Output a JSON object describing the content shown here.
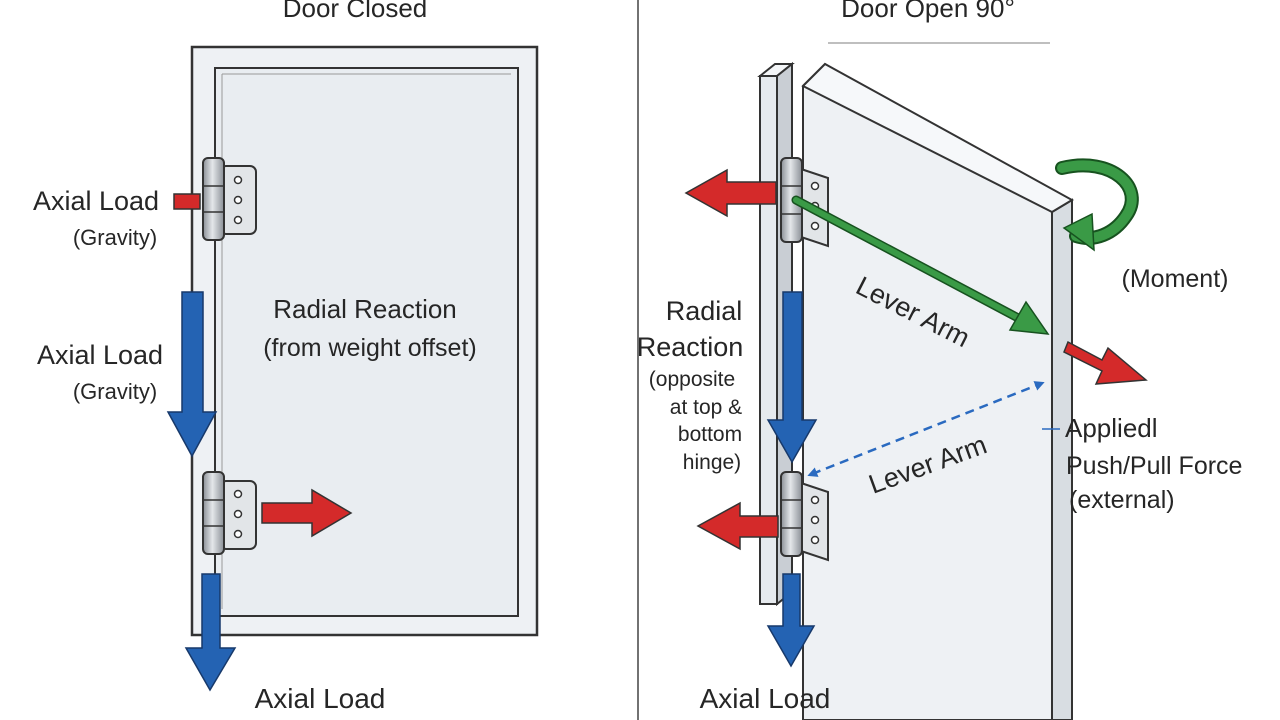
{
  "panels": {
    "closed": {
      "title": "Door Closed",
      "axial_top": [
        "Axial Load",
        "(Gravity)"
      ],
      "axial_mid": [
        "Axial Load",
        "(Gravity)"
      ],
      "radial": [
        "Radial Reaction",
        "(from weight offset)"
      ],
      "axial_bottom": "Axial Load"
    },
    "open": {
      "title": "Door Open 90°",
      "radial": [
        "Radial",
        "Reaction"
      ],
      "radial_note": [
        "(opposite",
        "at top &",
        "bottom",
        "hinge)"
      ],
      "lever_arm_top": "Lever Arm",
      "lever_arm_bottom": "Lever Arm",
      "moment": "(Moment)",
      "applied": [
        "Appliedl",
        "Push/Pull Force",
        "(external)"
      ],
      "axial_bottom": "Axial Load"
    }
  },
  "colors": {
    "axial": "#2463b3",
    "radial": "#d42a2a",
    "lever": "#3a9a46",
    "dashed": "#2a6ac0",
    "door": "#eef1f4",
    "outline": "#333333"
  }
}
